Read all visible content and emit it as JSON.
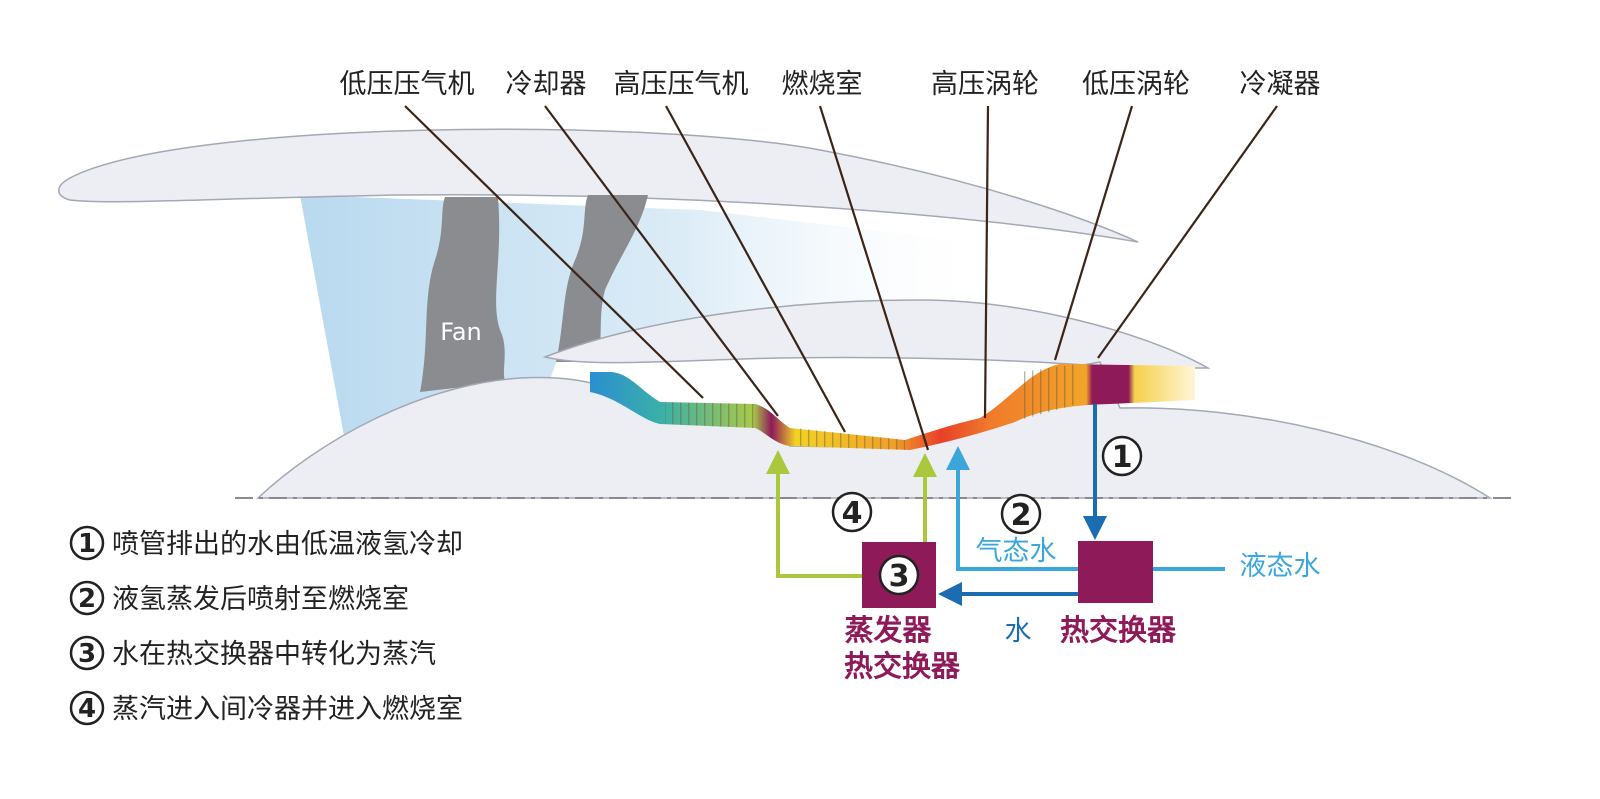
{
  "components": {
    "lpc": "低压压气机",
    "cooler": "冷却器",
    "hpc": "高压压气机",
    "combustor": "燃烧室",
    "hpt": "高压涡轮",
    "lpt": "低压涡轮",
    "condenser": "冷凝器"
  },
  "fan_label": "Fan",
  "markers": {
    "m1": "1",
    "m2": "2",
    "m3": "3",
    "m4": "4"
  },
  "flows": {
    "vapor_water": "气态水",
    "liquid_water": "液态水",
    "water": "水"
  },
  "boxes": {
    "evaporator_line1": "蒸发器",
    "evaporator_line2": "热交换器",
    "heat_exchanger": "热交换器"
  },
  "legend": [
    {
      "num": "1",
      "text": "喷管排出的水由低温液氢冷却"
    },
    {
      "num": "2",
      "text": "液氢蒸发后喷射至燃烧室"
    },
    {
      "num": "3",
      "text": "水在热交换器中转化为蒸汽"
    },
    {
      "num": "4",
      "text": "蒸汽进入间冷器并进入燃烧室"
    }
  ],
  "colors": {
    "box": "#8e1a5a",
    "arrow_dark_blue": "#1b6cb0",
    "arrow_light_blue": "#3aa6dc",
    "arrow_green": "#a9c83e",
    "nacelle": "#eceef3",
    "blade": "#8a8c90",
    "leader": "#3b2418"
  }
}
